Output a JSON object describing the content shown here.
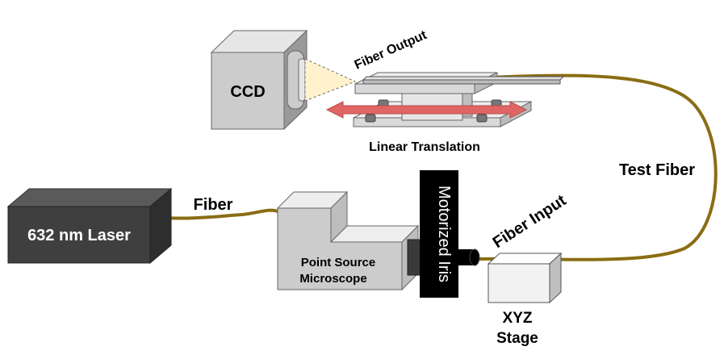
{
  "labels": {
    "ccd": "CCD",
    "fiber_output": "Fiber Output",
    "linear_translation": "Linear Translation",
    "test_fiber": "Test Fiber",
    "fiber": "Fiber",
    "laser": "632 nm Laser",
    "point_source_line1": "Point Source",
    "point_source_line2": "Microscope",
    "motorized_iris": "Motorized Iris",
    "fiber_input": "Fiber Input",
    "xyz_line1": "XYZ",
    "xyz_line2": "Stage"
  },
  "colors": {
    "fiber": "#8a6d14",
    "arrow": "#e06666",
    "laser_front": "#3f3f3f",
    "box_face": "#cccccc",
    "cone": "#fff2cc",
    "iris": "#000000"
  }
}
